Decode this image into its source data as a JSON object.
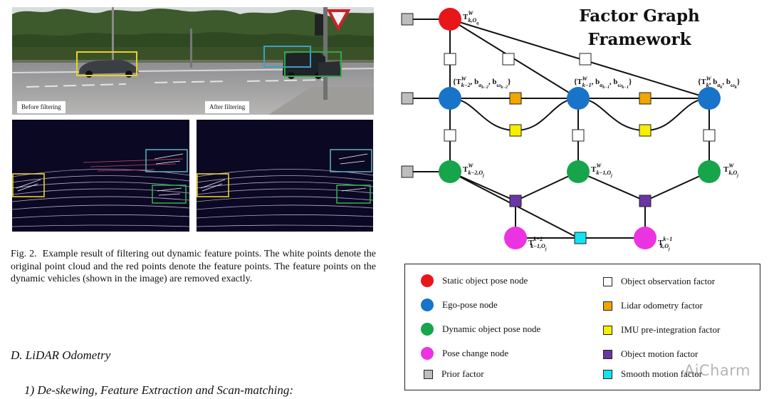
{
  "figure_left": {
    "labels": {
      "before": "Before filtering",
      "after": "After filtering"
    },
    "box_colors": {
      "yellow": "#e8d323",
      "cyan": "#3b9fc7",
      "green": "#2fa84a",
      "teal": "#5aa9b0"
    }
  },
  "caption": {
    "label": "Fig. 2.",
    "text": "Example result of filtering out dynamic feature points. The white points denote the original point cloud and the red points denote the feature points. The feature points on the dynamic vehicles (shown in the image) are removed exactly."
  },
  "section": {
    "heading": "D.  LiDAR Odometry",
    "subheading": "1)  De-skewing, Feature Extraction and Scan-matching:"
  },
  "factor_graph": {
    "title_line1": "Factor Graph",
    "title_line2": "Framework",
    "node_labels": {
      "static": "T",
      "static_sup": "W",
      "static_sub": "k,O",
      "static_subsub": "q",
      "ego_k2": "{T",
      "ego_k2_sub": "k−2",
      "ego_k2_rest": ", b",
      "ego_k2_a": "a",
      "ego_k2_a_sub": "k−2",
      "ego_k2_w": "ω",
      "ego_k2_w_sub": "k−2",
      "ego_k1_sub": "k−1",
      "ego_k_sub": "k",
      "dyn_k2_sub": "k−2,O",
      "dyn_k1_sub": "k−1,O",
      "dyn_k_sub": "k,O",
      "dyn_j": "j",
      "pc1_sup": "k−2",
      "pc1_sub": "k−1,O",
      "pc2_sup": "k−1",
      "pc2_sub": "k,O"
    },
    "colors": {
      "static": "#e8161b",
      "ego": "#1874c9",
      "dynamic": "#17a54b",
      "pose_change": "#ec33e1",
      "prior": "#bdbdbd",
      "observation": "#ffffff",
      "lidar": "#f0a500",
      "imu": "#f6ef00",
      "motion": "#6a36a4",
      "smooth": "#14e4ee"
    },
    "legend": [
      {
        "label": "Static object pose node",
        "kind": "circle",
        "color": "#e8161b"
      },
      {
        "label": "Object observation factor",
        "kind": "square",
        "color": "#ffffff"
      },
      {
        "label": "Ego-pose node",
        "kind": "circle",
        "color": "#1874c9"
      },
      {
        "label": "Lidar odometry factor",
        "kind": "square",
        "color": "#f0a500"
      },
      {
        "label": "Dynamic object pose node",
        "kind": "circle",
        "color": "#17a54b"
      },
      {
        "label": "IMU pre-integration factor",
        "kind": "square",
        "color": "#f6ef00"
      },
      {
        "label": "Pose change node",
        "kind": "circle",
        "color": "#ec33e1"
      },
      {
        "label": "Object motion factor",
        "kind": "square",
        "color": "#6a36a4"
      },
      {
        "label": "Prior factor",
        "kind": "square",
        "color": "#bdbdbd"
      },
      {
        "label": "Smooth motion factor",
        "kind": "square",
        "color": "#14e4ee"
      }
    ]
  },
  "watermark": "AiCharm"
}
